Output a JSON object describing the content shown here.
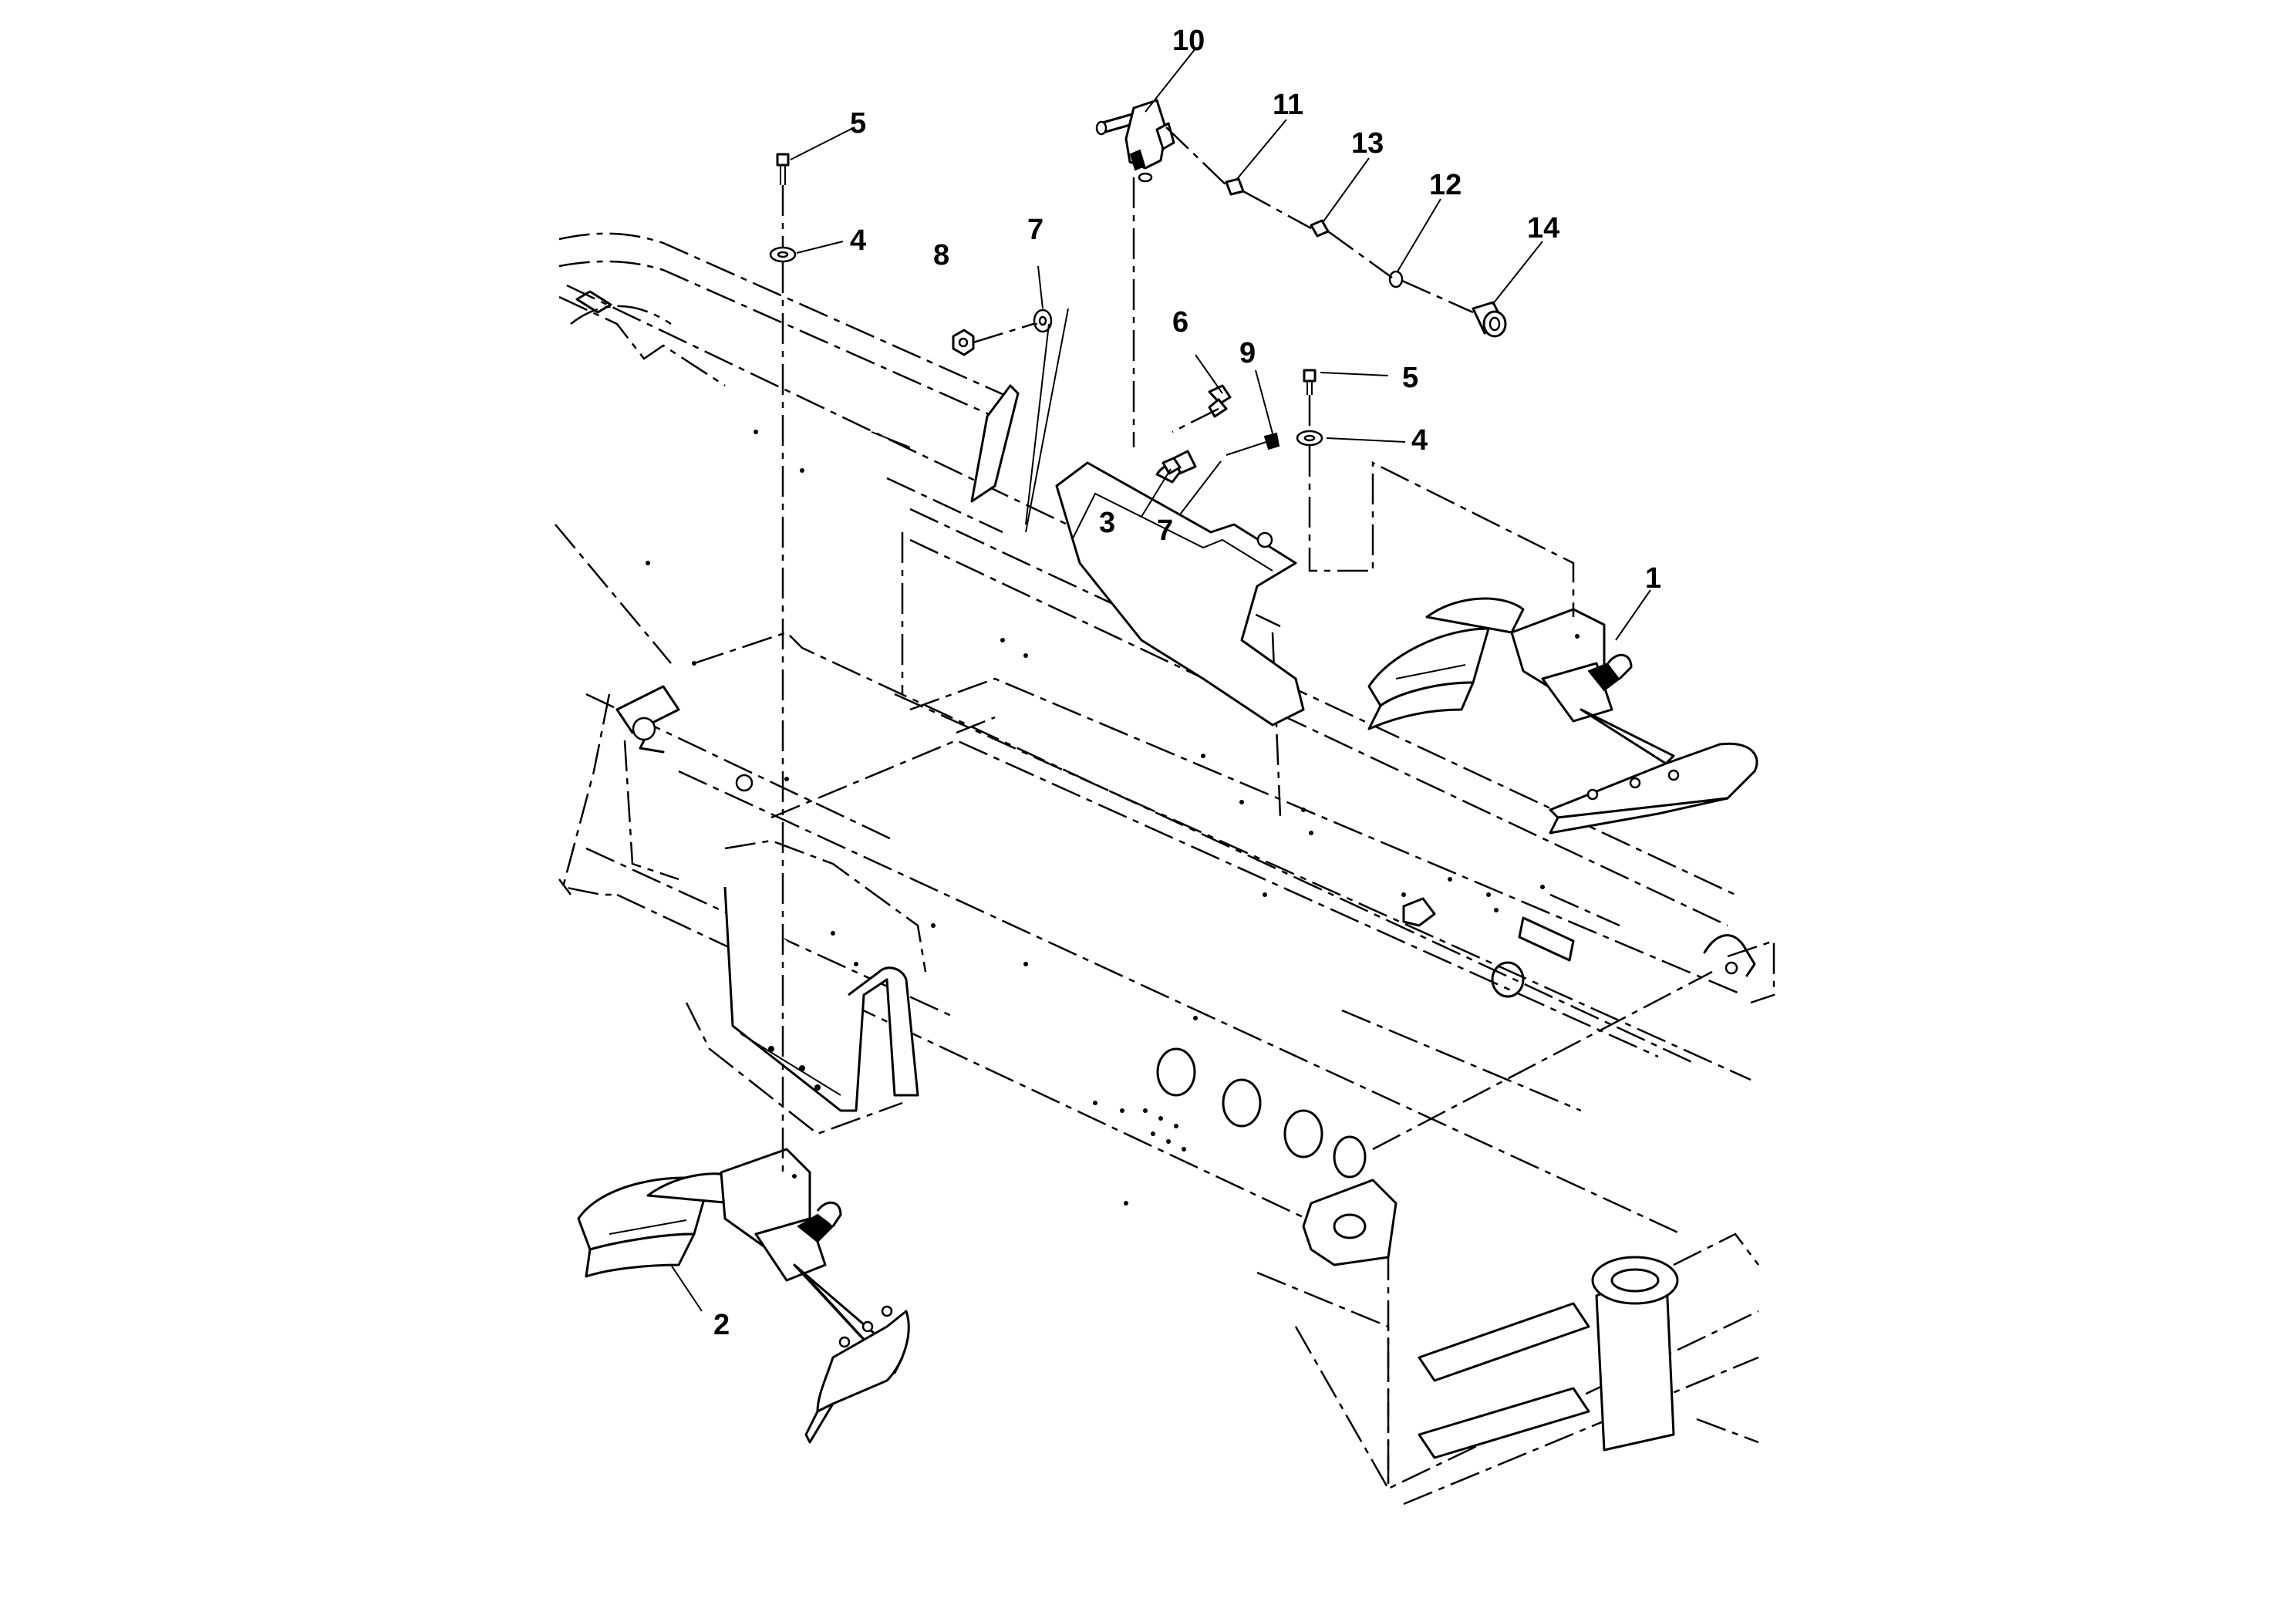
{
  "callouts": [
    {
      "id": "c10",
      "text": "10"
    },
    {
      "id": "c11",
      "text": "11"
    },
    {
      "id": "c13",
      "text": "13"
    },
    {
      "id": "c12",
      "text": "12"
    },
    {
      "id": "c14",
      "text": "14"
    },
    {
      "id": "c5a",
      "text": "5"
    },
    {
      "id": "c4a",
      "text": "4"
    },
    {
      "id": "c8",
      "text": "8"
    },
    {
      "id": "c7a",
      "text": "7"
    },
    {
      "id": "c6",
      "text": "6"
    },
    {
      "id": "c9",
      "text": "9"
    },
    {
      "id": "c5b",
      "text": "5"
    },
    {
      "id": "c4b",
      "text": "4"
    },
    {
      "id": "c3",
      "text": "3"
    },
    {
      "id": "c7b",
      "text": "7"
    },
    {
      "id": "c1",
      "text": "1"
    },
    {
      "id": "c2",
      "text": "2"
    }
  ]
}
